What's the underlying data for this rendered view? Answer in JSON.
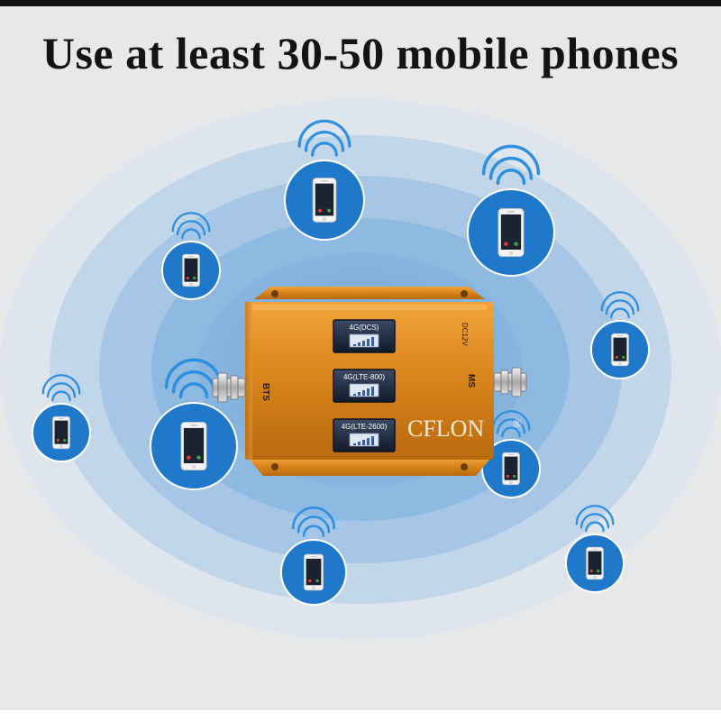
{
  "headline": "Use at least 30-50 mobile phones",
  "brand": {
    "name": "CFLON",
    "mark": "®"
  },
  "device": {
    "ports": {
      "left": "BTS",
      "right": "MS"
    },
    "power_label": "DC12V",
    "bands": [
      {
        "label": "4G(DCS)",
        "icon": "signal-meter-icon"
      },
      {
        "label": "4G(LTE-800)",
        "icon": "signal-meter-icon"
      },
      {
        "label": "4G(LTE-2600)",
        "icon": "signal-meter-icon"
      }
    ]
  },
  "phone_icon": "smartphone-icon",
  "wifi_icon": "signal-waves-icon",
  "colors": {
    "background": "#e6e8ea",
    "ring_outer": "#c4d6e8",
    "ring_mid": "#a9c7e6",
    "ring_inner": "#8fb8e0",
    "ring_core": "#7aa8d6",
    "badge_blue": "#1f78c9",
    "device_gold": "#d98a1f",
    "headline": "#141414"
  }
}
